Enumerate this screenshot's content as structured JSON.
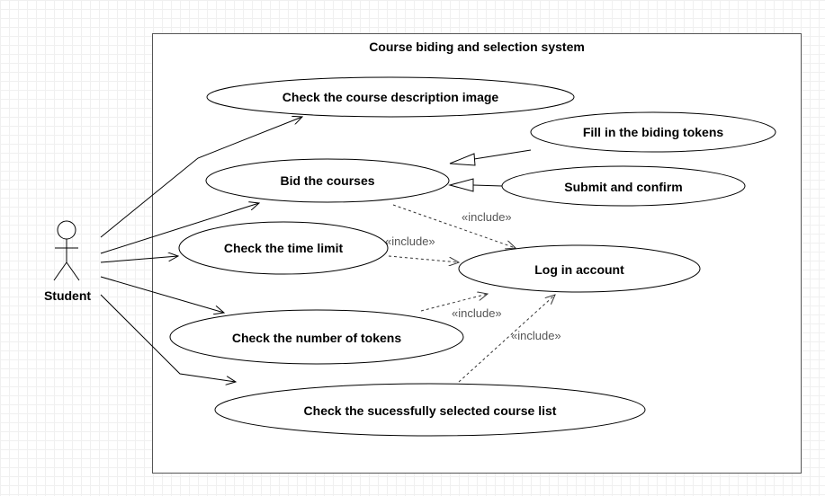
{
  "system": {
    "title": "Course biding and selection system"
  },
  "actor": {
    "name": "Student"
  },
  "use_cases": {
    "check_description_image": "Check the course description image",
    "bid_courses": "Bid the courses",
    "fill_tokens": "Fill in the biding tokens",
    "submit_confirm": "Submit and confirm",
    "check_time_limit": "Check the time limit",
    "log_in": "Log in account",
    "check_tokens": "Check the number of tokens",
    "check_selected_list": "Check the sucessfully selected course list"
  },
  "relations": {
    "include_bid": "«include»",
    "include_time": "«include»",
    "include_tokens": "«include»",
    "include_list": "«include»"
  }
}
